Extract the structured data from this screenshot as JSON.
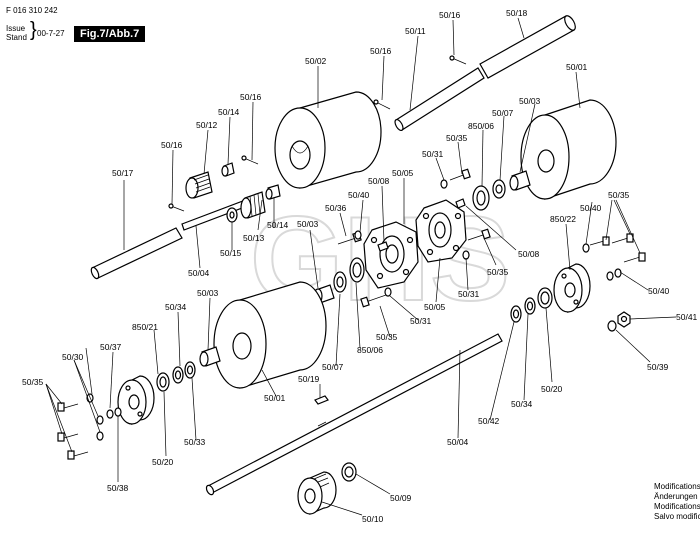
{
  "header": {
    "doc_number": "F 016 310 242",
    "issue_label": "Issue",
    "stand_label": "Stand",
    "date": "00-7-27",
    "figure_label": "Fig.7/Abb.7"
  },
  "labels": {
    "l01": "50/16",
    "l02": "50/18",
    "l03": "50/16",
    "l04": "50/11",
    "l05": "50/02",
    "l06": "50/01",
    "l07": "50/16",
    "l08": "50/14",
    "l09": "50/12",
    "l10": "50/03",
    "l11": "50/07",
    "l12": "850/06",
    "l13": "50/35",
    "l14": "50/16",
    "l15": "50/31",
    "l16": "50/17",
    "l17": "50/05",
    "l18": "50/08",
    "l19": "50/40",
    "l20": "50/36",
    "l21": "50/35",
    "l22": "50/40",
    "l23": "850/22",
    "l24": "50/14",
    "l25": "50/13",
    "l26": "50/15",
    "l27": "50/03",
    "l28": "50/08",
    "l29": "50/35",
    "l30": "50/04",
    "l31": "50/31",
    "l32": "50/40",
    "l33": "50/03",
    "l34": "50/34",
    "l35": "50/05",
    "l36": "50/31",
    "l37": "850/21",
    "l38": "50/35",
    "l39": "50/41",
    "l40": "850/06",
    "l41": "50/37",
    "l42": "50/30",
    "l43": "50/07",
    "l44": "50/39",
    "l45": "50/35",
    "l46": "50/19",
    "l47": "50/01",
    "l48": "50/20",
    "l49": "50/34",
    "l50": "50/42",
    "l51": "50/33",
    "l52": "50/20",
    "l53": "50/04",
    "l54": "50/38",
    "l55": "50/09",
    "l56": "50/10"
  },
  "footer": {
    "line1": "Modifications",
    "line2": "Änderungen",
    "line3": "Modifications",
    "line4": "Salvo modifiche"
  },
  "watermark": "GHS"
}
